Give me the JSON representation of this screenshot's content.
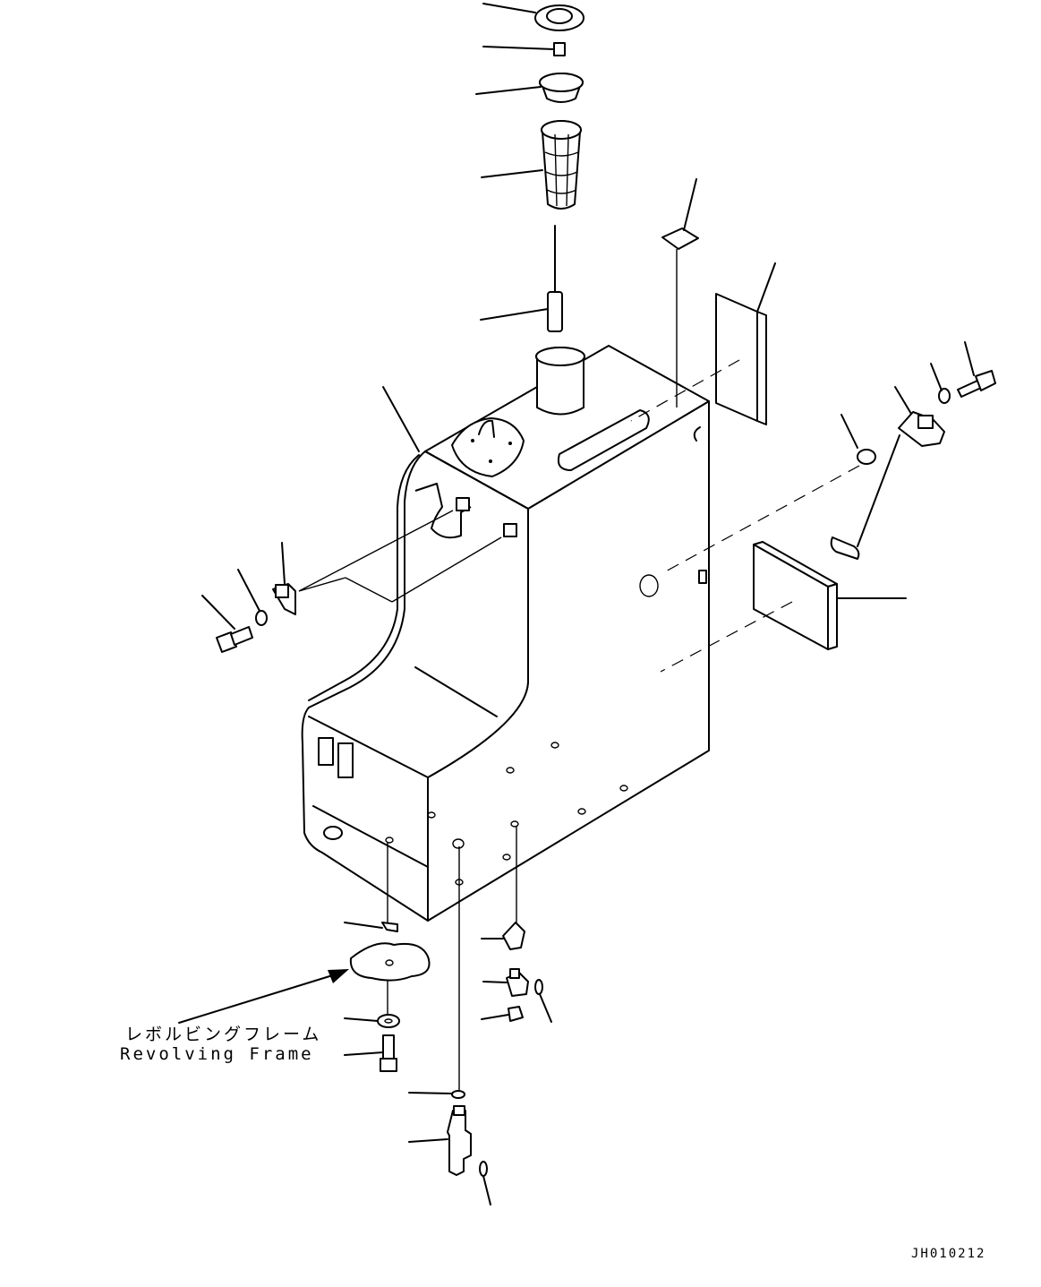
{
  "labels": {
    "revolving_frame_jp": "レボルビングフレーム",
    "revolving_frame_en": "Revolving Frame",
    "drawing_code": "JH010212"
  }
}
